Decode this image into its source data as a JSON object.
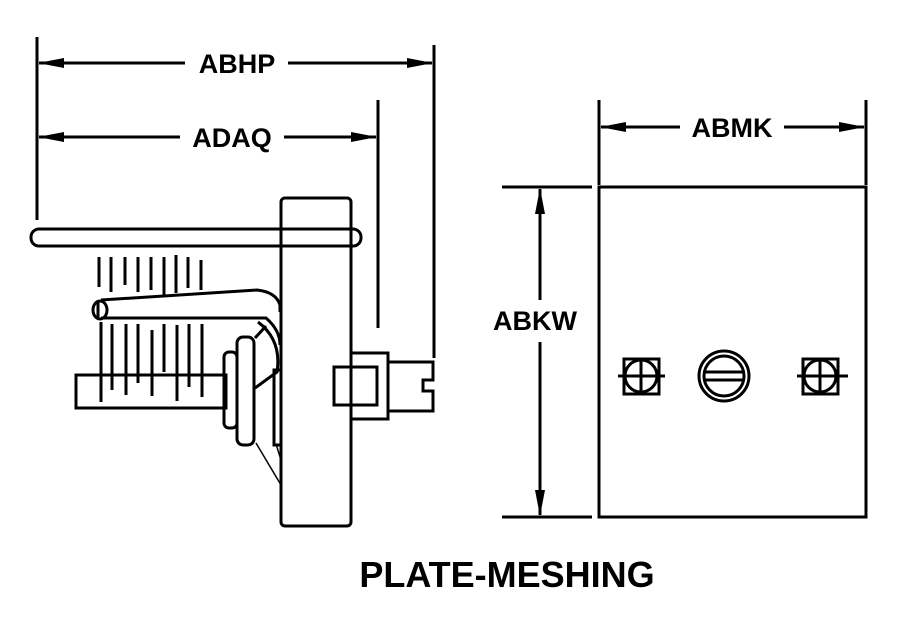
{
  "diagram": {
    "title": "PLATE-MESHING",
    "dimensions": {
      "overall_length": "ABHP",
      "length_to_shoulder": "ADAQ",
      "plate_width": "ABMK",
      "plate_height": "ABKW"
    },
    "views": [
      "side-view",
      "front-view"
    ],
    "colors": {
      "line": "#000000",
      "background": "#ffffff"
    }
  }
}
